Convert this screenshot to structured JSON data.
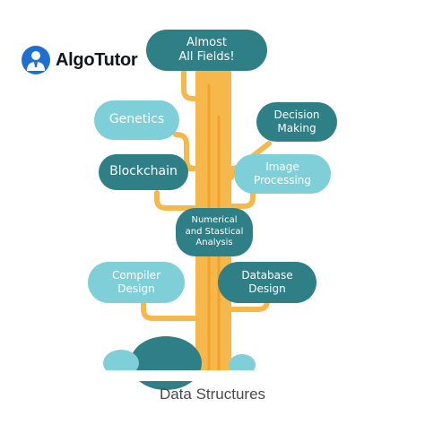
{
  "brand": {
    "name": "AlgoTutor",
    "accent": "#1f6fd1"
  },
  "colors": {
    "trunk": "#f6b84b",
    "dark_node": "#2e7f86",
    "light_node": "#7fcfd8"
  },
  "nodes": {
    "almost_all_fields": "Almost\nAll Fields!",
    "genetics": "Genetics",
    "decision_making": "Decision\nMaking",
    "blockchain": "Blockchain",
    "image_processing": "Image\nProcessing",
    "numerical_analysis": "Numerical\nand Stastical\nAnalysis",
    "compiler_design": "Compiler\nDesign",
    "database_design": "Database\nDesign"
  },
  "caption": "Data Structures"
}
